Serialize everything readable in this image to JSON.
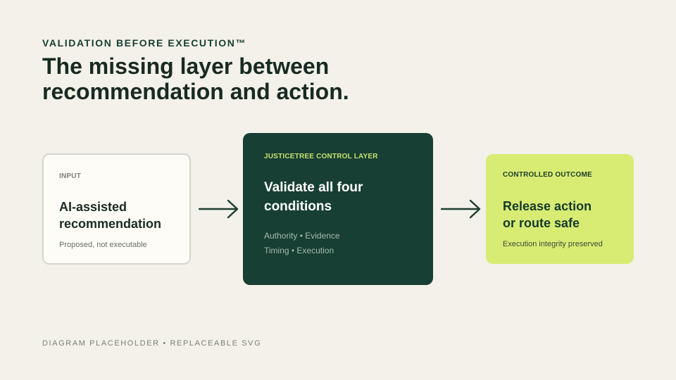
{
  "header": {
    "eyebrow": "VALIDATION BEFORE EXECUTION™",
    "headline_line1": "The missing layer between",
    "headline_line2": "recommendation and action."
  },
  "cards": {
    "input": {
      "label": "INPUT",
      "title_line1": "AI-assisted",
      "title_line2": "recommendation",
      "subtitle": "Proposed, not executable"
    },
    "control": {
      "label": "JUSTICETREE CONTROL LAYER",
      "title_line1": "Validate all four",
      "title_line2": "conditions",
      "detail_line1": "Authority • Evidence",
      "detail_line2": "Timing • Execution"
    },
    "outcome": {
      "label": "CONTROLLED OUTCOME",
      "title_line1": "Release action",
      "title_line2": "or route safe",
      "subtitle": "Execution integrity preserved"
    }
  },
  "footer": {
    "note": "DIAGRAM PLACEHOLDER • REPLACEABLE SVG"
  },
  "icons": {
    "arrow_1": "arrow-right-icon",
    "arrow_2": "arrow-right-icon"
  },
  "colors": {
    "background": "#f3f1ea",
    "dark_green": "#173f33",
    "lime": "#d8ec74",
    "accent_lime_text": "#c9e06f"
  }
}
